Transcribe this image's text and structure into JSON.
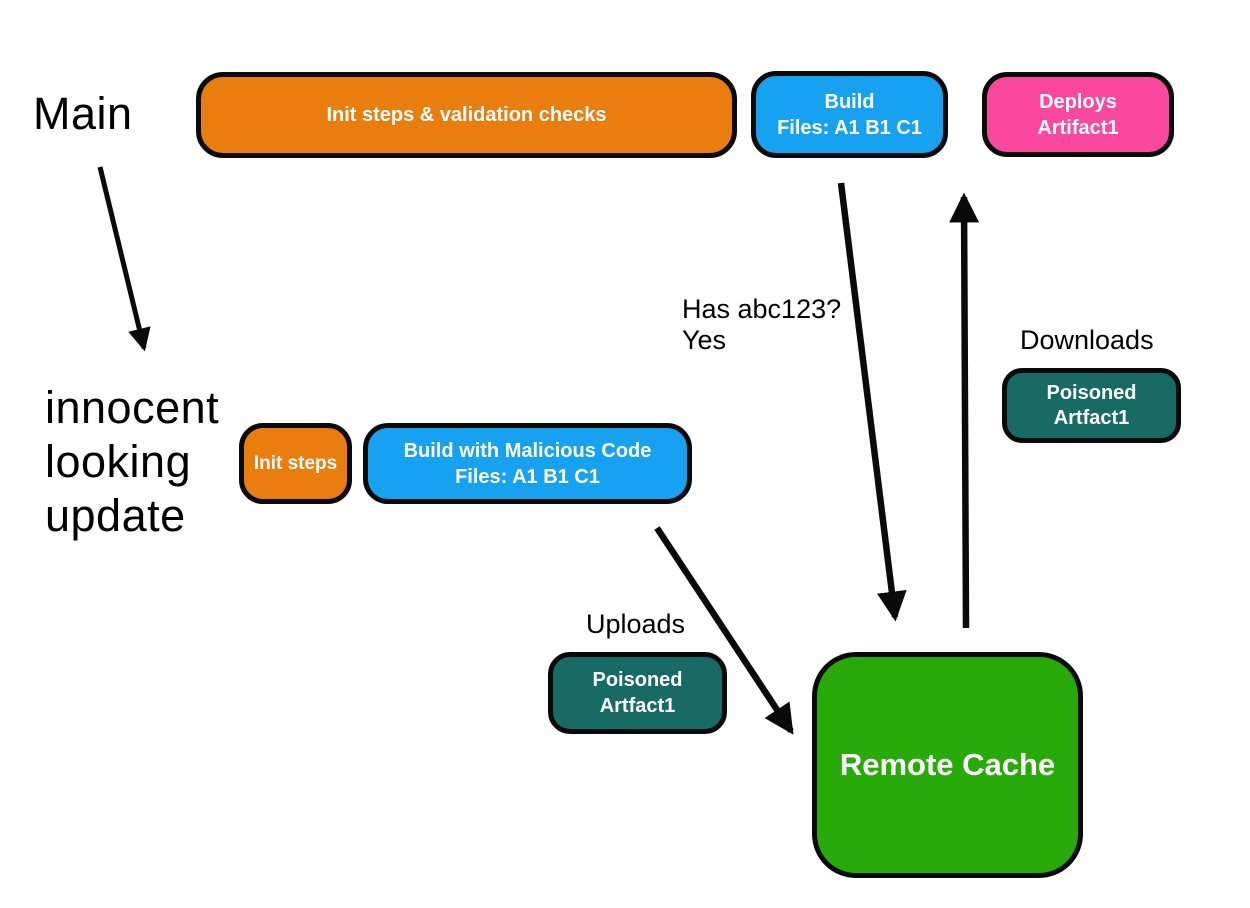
{
  "diagram": {
    "colors": {
      "orange": "#E97D0E",
      "blue": "#16A1F1",
      "pink": "#F9489D",
      "teal": "#186B64",
      "green": "#28AB09",
      "outline": "#0a0a0a",
      "node_text": "#ffffff",
      "plain_text": "#000000"
    },
    "branches": {
      "main_label": "Main",
      "update_label": "innocent\nlooking\nupdate"
    },
    "nodes": {
      "init_validation": {
        "line1": "Init steps & validation checks"
      },
      "build_top": {
        "line1": "Build",
        "line2": "Files: A1 B1 C1"
      },
      "deploys": {
        "line1": "Deploys",
        "line2": "Artifact1"
      },
      "init_steps": {
        "line1": "Init steps"
      },
      "build_malicious": {
        "line1": "Build with Malicious Code",
        "line2": "Files: A1 B1 C1"
      },
      "poisoned_download": {
        "line1": "Poisoned",
        "line2": "Artfact1"
      },
      "poisoned_upload": {
        "line1": "Poisoned",
        "line2": "Artfact1"
      },
      "remote_cache": {
        "line1": "Remote Cache"
      }
    },
    "edge_labels": {
      "has_hash": "Has abc123?\nYes",
      "downloads": "Downloads",
      "uploads": "Uploads"
    }
  }
}
